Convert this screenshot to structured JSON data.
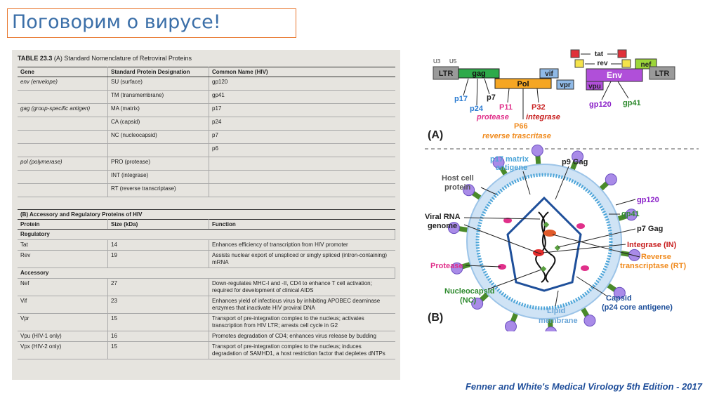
{
  "slide": {
    "title": "Поговорим о вирусе!",
    "citation": "Fenner and White's Medical Virology 5th Edition - 2017"
  },
  "table_a": {
    "caption_bold": "TABLE 23.3",
    "caption_rest": " (A) Standard Nomenclature of Retroviral Proteins",
    "headers": [
      "Gene",
      "Standard Protein Designation",
      "Common Name (HIV)"
    ],
    "rows": [
      [
        "env (envelope)",
        "SU (surface)",
        "gp120"
      ],
      [
        "",
        "TM (transmembrane)",
        "gp41"
      ],
      [
        "gag (group-specific antigen)",
        "MA (matrix)",
        "p17"
      ],
      [
        "",
        "CA (capsid)",
        "p24"
      ],
      [
        "",
        "NC (nucleocapsid)",
        "p7"
      ],
      [
        "",
        "",
        "p6"
      ],
      [
        "pol (polymerase)",
        "PRO (protease)",
        ""
      ],
      [
        "",
        "INT (integrase)",
        ""
      ],
      [
        "",
        "RT (reverse transcriptase)",
        ""
      ]
    ]
  },
  "table_b": {
    "caption": "(B) Accessory and Regulatory Proteins of HIV",
    "headers": [
      "Protein",
      "Size (kDa)",
      "Function"
    ],
    "section_regulatory": "Regulatory",
    "regulatory": [
      [
        "Tat",
        "14",
        "Enhances efficiency of transcription from HIV promoter"
      ],
      [
        "Rev",
        "19",
        "Assists nuclear export of unspliced or singly spliced (intron-containing) mRNA"
      ]
    ],
    "section_accessory": "Accessory",
    "accessory": [
      [
        "Nef",
        "27",
        "Down-regulates MHC-I and -II, CD4 to enhance T cell activation; required for development of clinical AIDS"
      ],
      [
        "Vif",
        "23",
        "Enhances yield of infectious virus by inhibiting APOBEC deaminase enzymes that inactivate HIV proviral DNA"
      ],
      [
        "Vpr",
        "15",
        "Transport of pre-integration complex to the nucleus; activates transcription from HIV LTR; arrests cell cycle in G2"
      ],
      [
        "Vpu (HIV-1 only)",
        "16",
        "Promotes degradation of CD4; enhances virus release by budding"
      ],
      [
        "Vpx (HIV-2 only)",
        "15",
        "Transport of pre-integration complex to the nucleus; induces degradation of SAMHD1, a host restriction factor that depletes dNTPs"
      ]
    ]
  },
  "genome_map": {
    "u3": "U3",
    "u5": "U5",
    "ltr_left": "LTR",
    "ltr_right": "LTR",
    "gag": "gag",
    "pol": "Pol",
    "env": "Env",
    "vif": "vif",
    "vpr": "vpr",
    "vpu": "vpu",
    "nef": "nef",
    "tat": "tat",
    "rev": "rev",
    "p17": "p17",
    "p24": "p24",
    "p7": "p7",
    "p11": "P11",
    "p32": "P32",
    "p66": "P66",
    "protease": "protease",
    "integrase": "integrase",
    "reverse_transcriptase": "reverse trascritase",
    "gp120": "gp120",
    "gp41": "gp41",
    "panel_label": "(A)"
  },
  "virion": {
    "panel_label": "(B)",
    "p17_matrix_1": "p17 matrix",
    "p17_matrix_2": "antigene",
    "p9_gag": "p9 Gag",
    "host_cell_1": "Host cell",
    "host_cell_2": "protein",
    "gp120": "gp120",
    "gp41": "gp41",
    "viral_rna_1": "Viral RNA",
    "viral_rna_2": "genome",
    "p7_gag": "p7 Gag",
    "integrase": "Integrase (IN)",
    "reverse_1": "Reverse",
    "reverse_2": "transcriptase (RT)",
    "protease": "Protease",
    "nucleocapsid_1": "Nucleocapsid",
    "nucleocapsid_2": "(NC)",
    "lipid_1": "Lipid",
    "lipid_2": "membrane",
    "capsid_1": "Capsid",
    "capsid_2": "(p24 core antigene)"
  },
  "colors": {
    "title_border": "#e8772e",
    "title_text": "#3b6fa8",
    "citation": "#1f4e9a",
    "gag": "#2eaa4a",
    "pol": "#f5a623",
    "env": "#b04fd9",
    "vif": "#8fb9e6",
    "nef": "#9cd63a",
    "tat": "#e0303a",
    "rev": "#f4e34a",
    "ltr": "#9a9a9a"
  }
}
